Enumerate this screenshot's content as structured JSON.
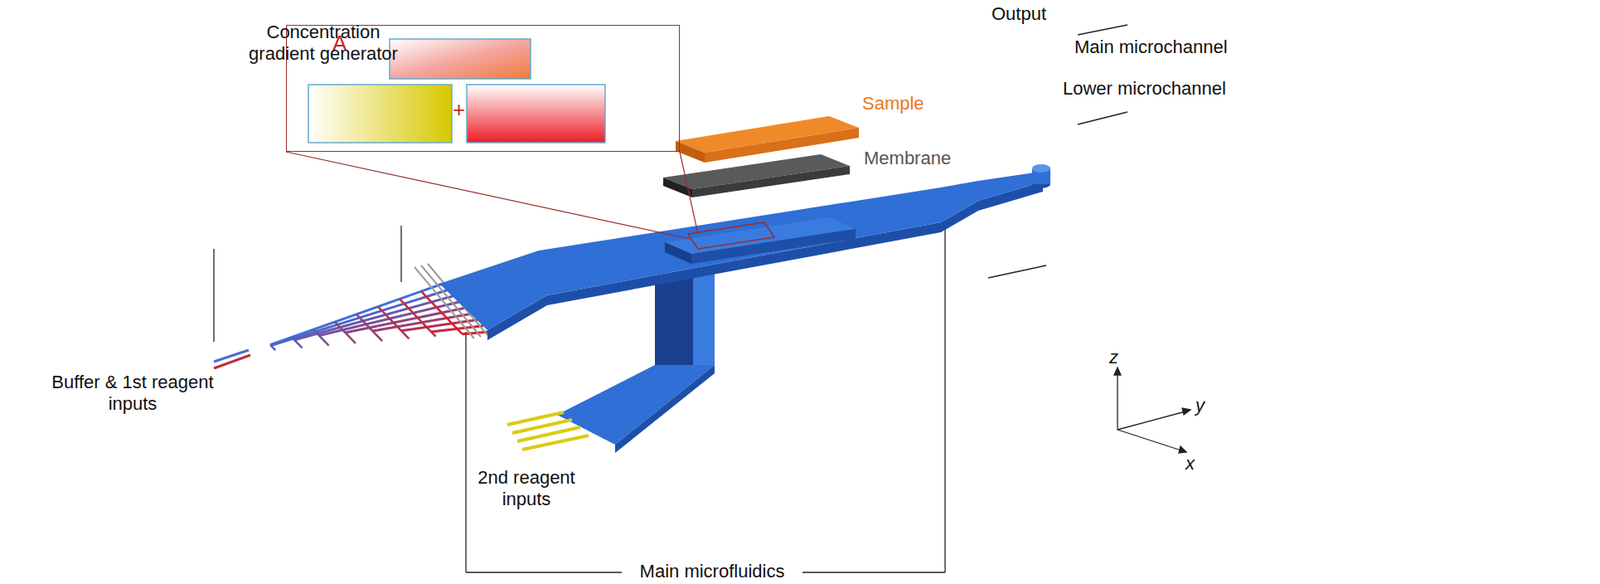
{
  "diagram": {
    "nodes": [
      {
        "text": [
          "A",
          "+"
        ]
      }
    ],
    "labels": [
      "Concentration gradient generator",
      "Sample",
      "Output",
      "Main microchannel",
      "Membrane",
      "Lower microchannel",
      "Buffer & 1st reagent inputs",
      "2nd reagent inputs",
      "z",
      "y",
      "x",
      "Main microfluidics"
    ]
  }
}
